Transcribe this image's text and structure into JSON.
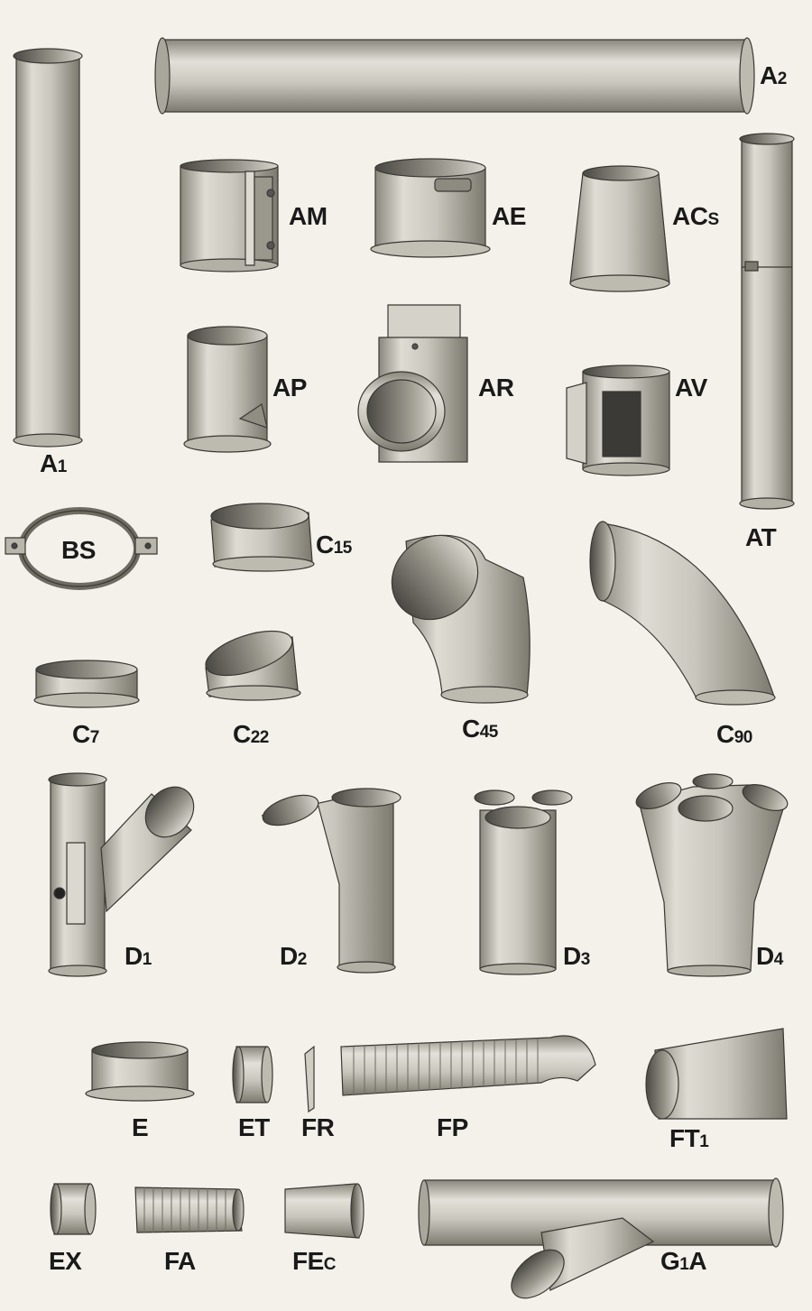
{
  "colors": {
    "background": "#f3f1ea",
    "metal": "#c9c7bd",
    "metal_dark": "#7f7c73",
    "metal_light": "#ecebe4",
    "ink": "#1a1a1a"
  },
  "parts": [
    {
      "id": "a1",
      "main": "A",
      "sub": "1"
    },
    {
      "id": "a2",
      "main": "A",
      "sub": "2"
    },
    {
      "id": "am",
      "main": "AM",
      "sub": ""
    },
    {
      "id": "ae",
      "main": "AE",
      "sub": ""
    },
    {
      "id": "acs",
      "main": "AC",
      "sub": "S"
    },
    {
      "id": "at",
      "main": "AT",
      "sub": ""
    },
    {
      "id": "ap",
      "main": "AP",
      "sub": ""
    },
    {
      "id": "ar",
      "main": "AR",
      "sub": ""
    },
    {
      "id": "av",
      "main": "AV",
      "sub": ""
    },
    {
      "id": "bs",
      "main": "BS",
      "sub": ""
    },
    {
      "id": "c15",
      "main": "C",
      "sub": "15"
    },
    {
      "id": "c7",
      "main": "C",
      "sub": "7"
    },
    {
      "id": "c22",
      "main": "C",
      "sub": "22"
    },
    {
      "id": "c45",
      "main": "C",
      "sub": "45"
    },
    {
      "id": "c90",
      "main": "C",
      "sub": "90"
    },
    {
      "id": "d1",
      "main": "D",
      "sub": "1"
    },
    {
      "id": "d2",
      "main": "D",
      "sub": "2"
    },
    {
      "id": "d3",
      "main": "D",
      "sub": "3"
    },
    {
      "id": "d4",
      "main": "D",
      "sub": "4"
    },
    {
      "id": "e",
      "main": "E",
      "sub": ""
    },
    {
      "id": "et",
      "main": "ET",
      "sub": ""
    },
    {
      "id": "fr",
      "main": "FR",
      "sub": ""
    },
    {
      "id": "fp",
      "main": "FP",
      "sub": ""
    },
    {
      "id": "ft1",
      "main": "FT",
      "sub": "1"
    },
    {
      "id": "ex",
      "main": "EX",
      "sub": ""
    },
    {
      "id": "fa",
      "main": "FA",
      "sub": ""
    },
    {
      "id": "fec",
      "main": "FE",
      "sub": "C"
    },
    {
      "id": "g1a",
      "main": "G",
      "sub": "1",
      "tail": "A"
    }
  ]
}
